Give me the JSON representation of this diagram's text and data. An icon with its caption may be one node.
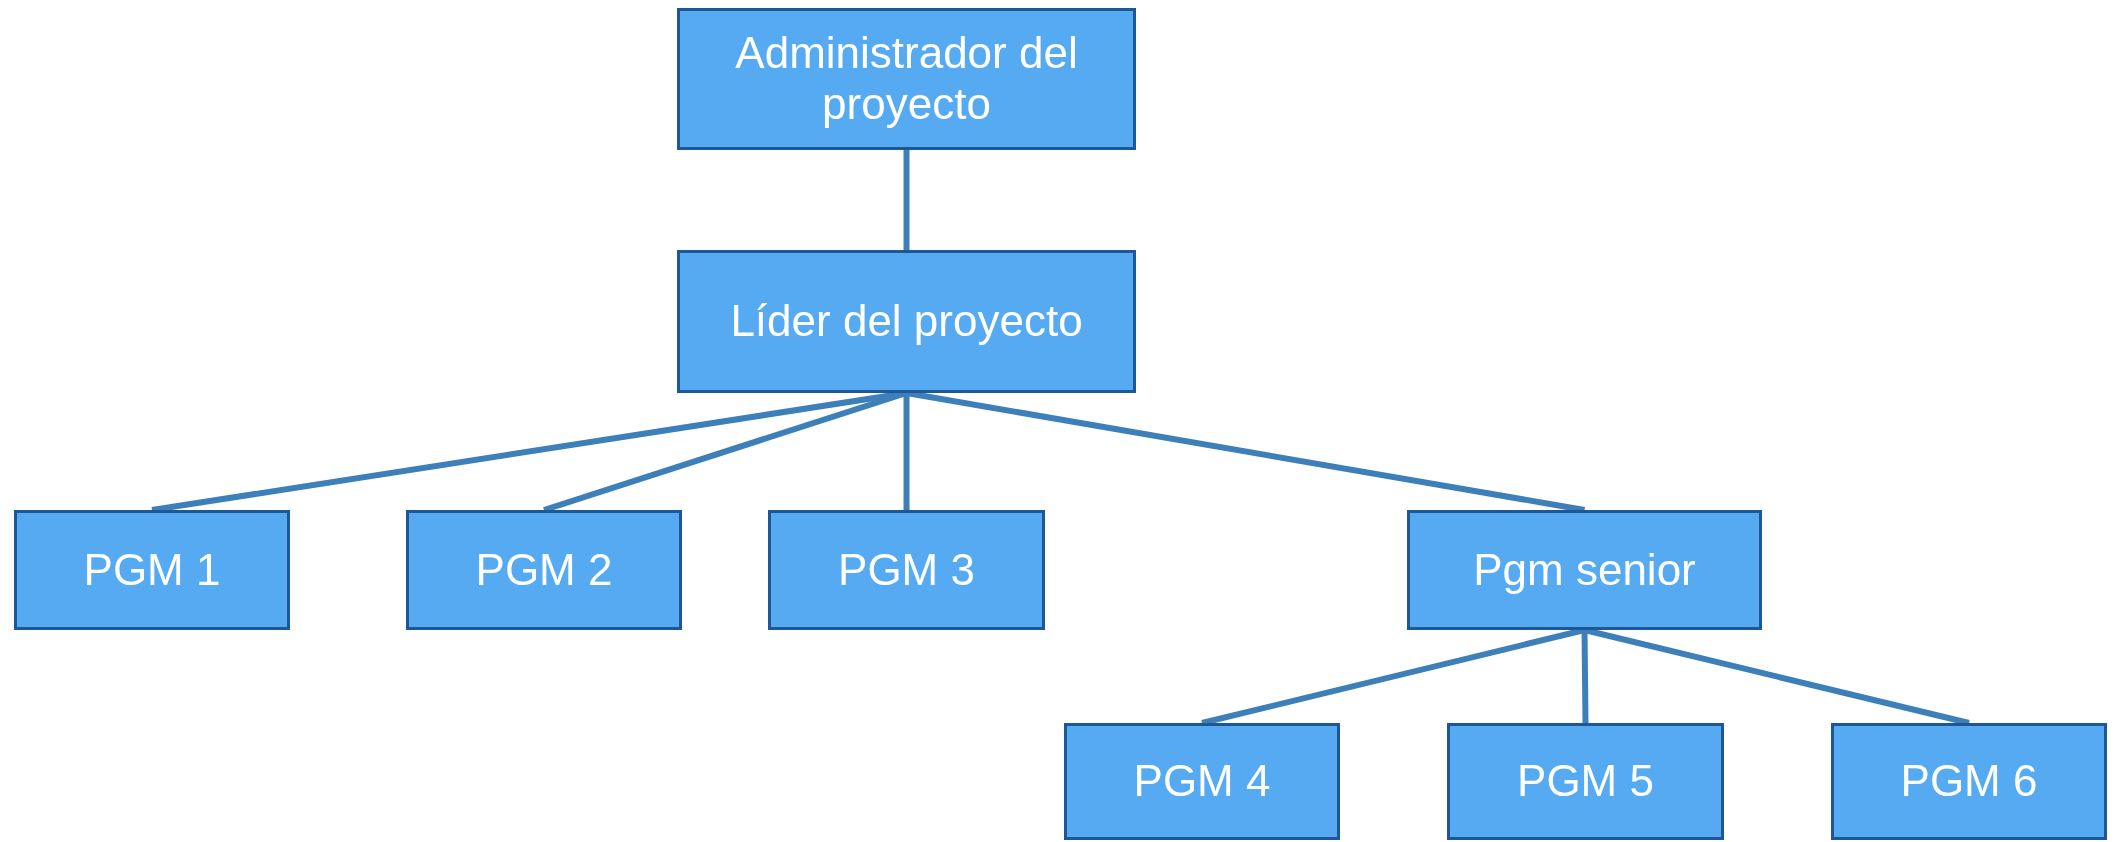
{
  "diagram": {
    "nodes": [
      {
        "text": [
          "Administrador del proyecto"
        ]
      },
      {
        "text": [
          "Líder del proyecto"
        ]
      },
      {
        "text": [
          "PGM 1"
        ]
      },
      {
        "text": [
          "PGM 2"
        ]
      },
      {
        "text": [
          "PGM 3"
        ]
      },
      {
        "text": [
          "Pgm senior"
        ]
      },
      {
        "text": [
          "PGM 4"
        ]
      },
      {
        "text": [
          "PGM 5"
        ]
      },
      {
        "text": [
          "PGM 6"
        ]
      }
    ],
    "edges": [
      {
        "from": 0,
        "to": 1,
        "arrow": "none"
      },
      {
        "from": 1,
        "to": 2,
        "arrow": "none"
      },
      {
        "from": 1,
        "to": 3,
        "arrow": "none"
      },
      {
        "from": 1,
        "to": 4,
        "arrow": "none"
      },
      {
        "from": 1,
        "to": 5,
        "arrow": "none"
      },
      {
        "from": 5,
        "to": 6,
        "arrow": "none"
      },
      {
        "from": 5,
        "to": 7,
        "arrow": "none"
      },
      {
        "from": 5,
        "to": 8,
        "arrow": "none"
      }
    ]
  }
}
